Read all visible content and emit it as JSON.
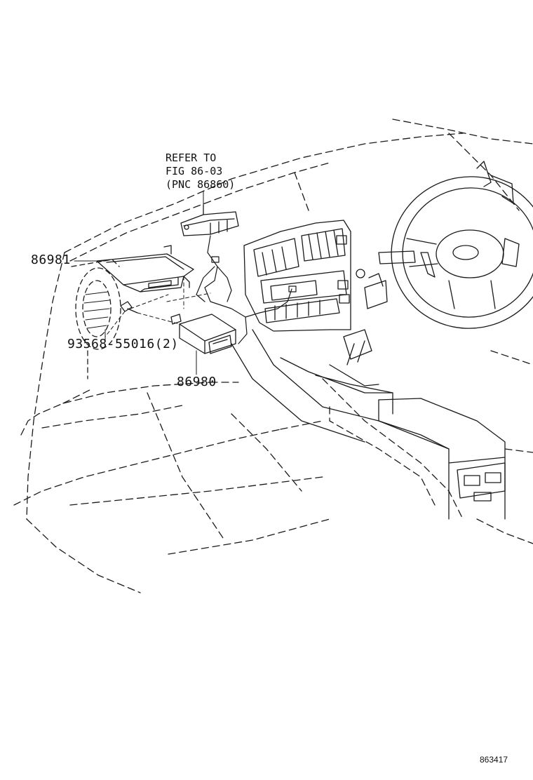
{
  "callouts": {
    "refer_line1": "REFER TO",
    "refer_line2": "FIG 86-03",
    "refer_line3": "(PNC 86860)",
    "part_86981": "86981",
    "part_93568": "93568-55016(2)",
    "part_86980": "86980"
  },
  "figure_number": "863417"
}
